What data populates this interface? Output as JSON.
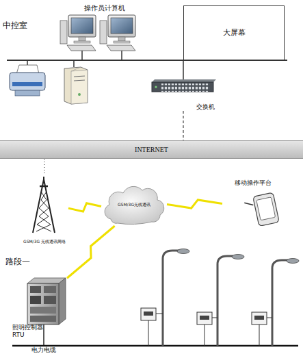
{
  "diagram": {
    "nodes": [
      {
        "text": [
          "操作员计算机"
        ]
      },
      {
        "text": [
          "大屏幕"
        ]
      },
      {
        "text": [
          "交换机"
        ]
      },
      {
        "text": [
          "INTERNET"
        ]
      },
      {
        "text": [
          "GSM/3G 无线通讯网络"
        ]
      },
      {
        "text": [
          "GSM/3G无线通讯"
        ]
      },
      {
        "text": [
          "移动操作平台"
        ]
      },
      {
        "text": [
          "照明控制器 RTU"
        ]
      }
    ],
    "edges": [
      {
        "from": 2,
        "to": 3,
        "arrow": "none"
      },
      {
        "from": 3,
        "to": 4,
        "arrow": "none"
      },
      {
        "from": 4,
        "to": 5,
        "arrow": "none"
      },
      {
        "from": 5,
        "to": 6,
        "arrow": "none"
      },
      {
        "from": 5,
        "to": 7,
        "arrow": "none"
      }
    ],
    "labels": [
      "中控室",
      "路段一",
      "电力电缆"
    ]
  }
}
